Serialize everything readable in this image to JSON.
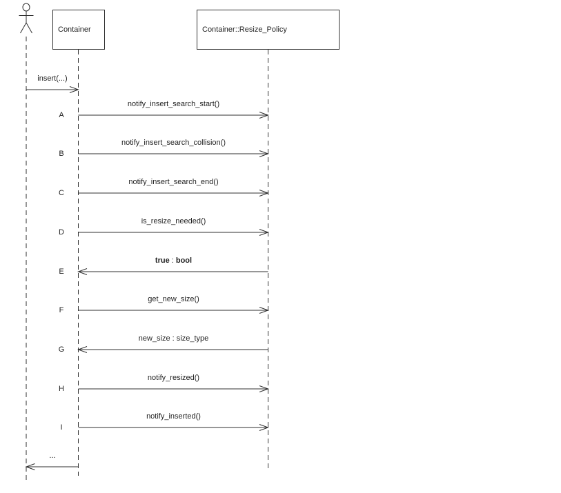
{
  "diagram_type": "uml-sequence-diagram",
  "participants": [
    {
      "label": "Container"
    },
    {
      "label": "Container::Resize_Policy"
    }
  ],
  "icons": {
    "actor": "stick-figure-actor-icon"
  },
  "messages": [
    {
      "id": "",
      "label": "insert(...)",
      "from": "actor",
      "to": "container",
      "direction": "right"
    },
    {
      "id": "A",
      "label": "notify_insert_search_start()",
      "from": "container",
      "to": "resize-policy",
      "direction": "right"
    },
    {
      "id": "B",
      "label": "notify_insert_search_collision()",
      "from": "container",
      "to": "resize-policy",
      "direction": "right"
    },
    {
      "id": "C",
      "label": "notify_insert_search_end()",
      "from": "container",
      "to": "resize-policy",
      "direction": "right"
    },
    {
      "id": "D",
      "label": "is_resize_needed()",
      "from": "container",
      "to": "resize-policy",
      "direction": "right"
    },
    {
      "id": "E",
      "label_parts": {
        "value": "true",
        "separator": " : ",
        "type": "bool"
      },
      "from": "resize-policy",
      "to": "container",
      "direction": "left"
    },
    {
      "id": "F",
      "label": "get_new_size()",
      "from": "container",
      "to": "resize-policy",
      "direction": "right"
    },
    {
      "id": "G",
      "label": "new_size : size_type",
      "from": "resize-policy",
      "to": "container",
      "direction": "left"
    },
    {
      "id": "H",
      "label": "notify_resized()",
      "from": "container",
      "to": "resize-policy",
      "direction": "right"
    },
    {
      "id": "I",
      "label": "notify_inserted()",
      "from": "container",
      "to": "resize-policy",
      "direction": "right"
    },
    {
      "id": "",
      "label": "...",
      "from": "container",
      "to": "actor",
      "direction": "left"
    }
  ],
  "colors": {
    "line": "#2f2f2f",
    "text": "#1f1f1f",
    "background": "#ffffff"
  }
}
